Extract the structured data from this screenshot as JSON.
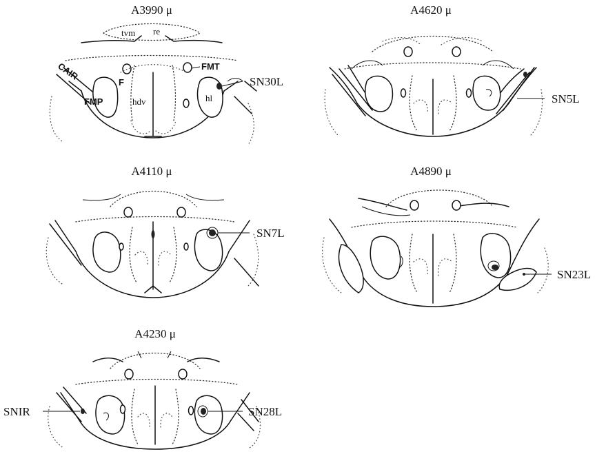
{
  "sections": [
    {
      "id": "s1",
      "title": "A3990 μ",
      "callouts": [
        "SN30L"
      ],
      "structure_labels": [
        "tvm",
        "re",
        "F",
        "FMT",
        "CAIR",
        "FMP",
        "hdv",
        "hl"
      ]
    },
    {
      "id": "s2",
      "title": "A4620 μ",
      "callouts": [
        "SN5L"
      ]
    },
    {
      "id": "s3",
      "title": "A4110 μ",
      "callouts": [
        "SN7L"
      ]
    },
    {
      "id": "s4",
      "title": "A4890 μ",
      "callouts": [
        "SN23L"
      ]
    },
    {
      "id": "s5",
      "title": "A4230 μ",
      "callouts": [
        "SNIR",
        "SN28L"
      ]
    }
  ],
  "colors": {
    "ink": "#111111",
    "paper": "#ffffff"
  }
}
